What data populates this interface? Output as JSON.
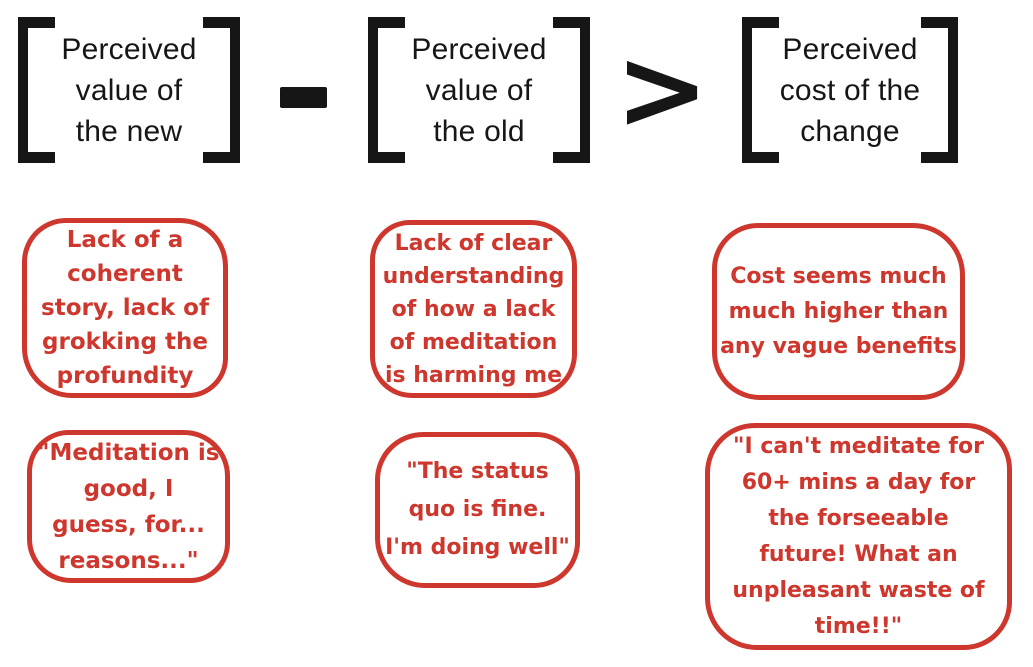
{
  "formula": {
    "term_new": "Perceived\nvalue of\nthe new",
    "minus_symbol": "−",
    "term_old": "Perceived\nvalue of\nthe old",
    "greater_symbol": ">",
    "term_cost": "Perceived\ncost of the\nchange"
  },
  "notes": {
    "new_barrier": "Lack of a\ncoherent\nstory, lack of\ngrokking the\nprofundity",
    "old_barrier": "Lack of clear\nunderstanding\nof how a lack\nof meditation\nis harming me",
    "cost_barrier": "Cost seems much\nmuch higher than\nany vague benefits",
    "new_quote": "\"Meditation is\ngood, I\nguess, for...\nreasons...\"",
    "old_quote": "\"The status\nquo is fine.\nI'm doing well\"",
    "cost_quote": "\"I can't meditate for\n60+ mins a day for\nthe forseeable\nfuture! What an\nunpleasant waste of\ntime!!\""
  },
  "colors": {
    "ink_black": "#161616",
    "marker_red": "#cd372d"
  }
}
